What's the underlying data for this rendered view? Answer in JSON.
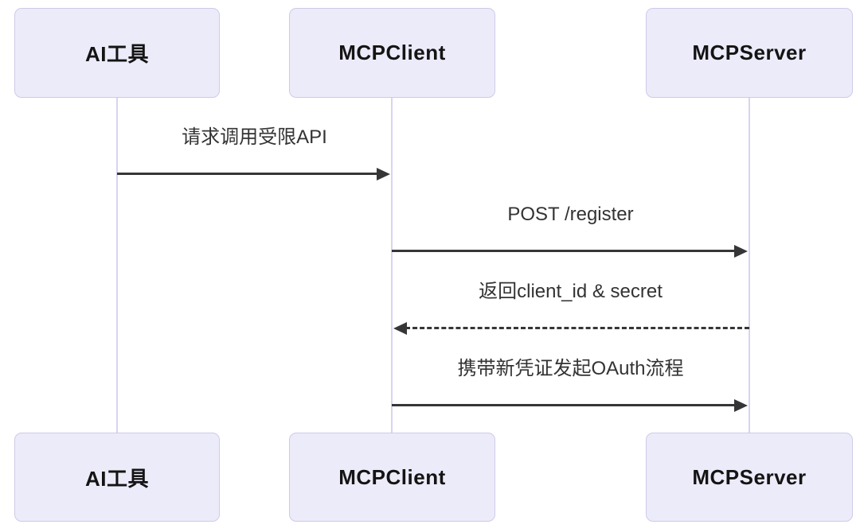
{
  "diagram": {
    "type": "sequence",
    "background_color": "#ffffff",
    "actor_fill_color": "#ECEBFA",
    "actor_border_color": "#CFCAE8",
    "lifeline_color": "#D8D4F0",
    "arrow_color": "#363636",
    "actor_text_color": "#141414",
    "message_text_color": "#333333",
    "actors": [
      {
        "id": "ai-tool",
        "label": "AI工具"
      },
      {
        "id": "mcp-client",
        "label": "MCPClient"
      },
      {
        "id": "mcp-server",
        "label": "MCPServer"
      }
    ],
    "messages": [
      {
        "label": "请求调用受限API",
        "from": "ai-tool",
        "to": "mcp-client",
        "line": "solid"
      },
      {
        "label": "POST /register",
        "from": "mcp-client",
        "to": "mcp-server",
        "line": "solid"
      },
      {
        "label": "返回client_id & secret",
        "from": "mcp-server",
        "to": "mcp-client",
        "line": "dashed"
      },
      {
        "label": "携带新凭证发起OAuth流程",
        "from": "mcp-client",
        "to": "mcp-server",
        "line": "solid"
      }
    ]
  }
}
